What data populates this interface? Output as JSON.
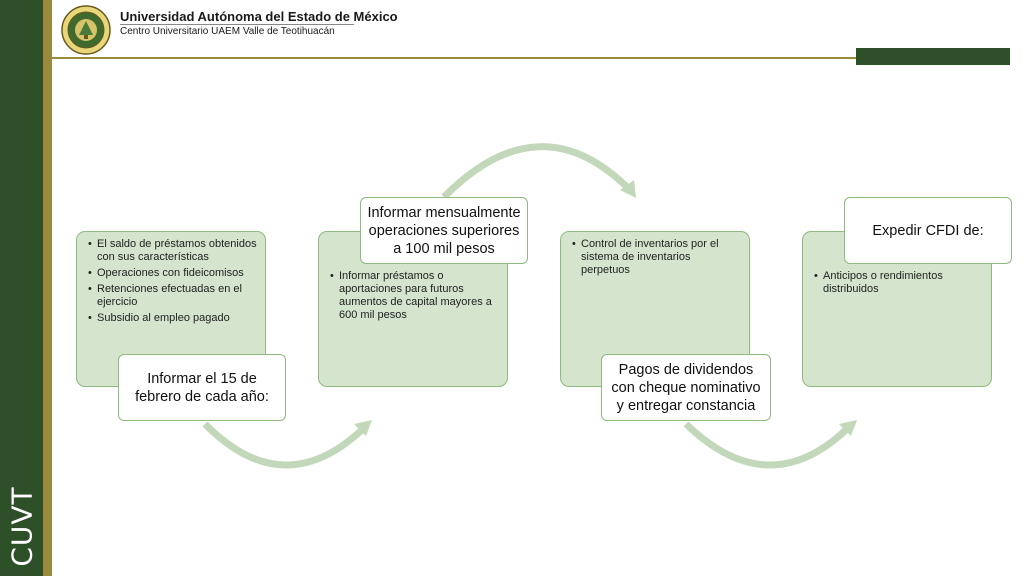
{
  "header": {
    "university_name": "Universidad Autónoma del Estado de México",
    "campus_name": "Centro Universitario UAEM Valle de Teotihuacán"
  },
  "sidebar": {
    "brand": "CUVT"
  },
  "colors": {
    "dark_green": "#2e5028",
    "gold": "#9a8a3e",
    "card_fill": "#d4e4cd",
    "card_border": "#8cbc7e",
    "arrow": "#c3d8bb"
  },
  "steps": [
    {
      "label": "Informar el 15 de febrero de cada año:",
      "items": [
        "El saldo de préstamos obtenidos con sus características",
        "Operaciones con fideicomisos",
        "Retenciones efectuadas en el ejercicio",
        "Subsidio al empleo pagado"
      ]
    },
    {
      "label": "Informar mensualmente operaciones superiores a 100 mil pesos",
      "items": [
        "Informar préstamos o aportaciones para futuros aumentos de capital mayores a 600 mil pesos"
      ]
    },
    {
      "label": "Pagos de dividendos con cheque nominativo y entregar constancia",
      "items": [
        "Control de inventarios por el sistema de inventarios perpetuos"
      ]
    },
    {
      "label": "Expedir CFDI de:",
      "items": [
        "Anticipos o rendimientos distribuidos"
      ]
    }
  ]
}
